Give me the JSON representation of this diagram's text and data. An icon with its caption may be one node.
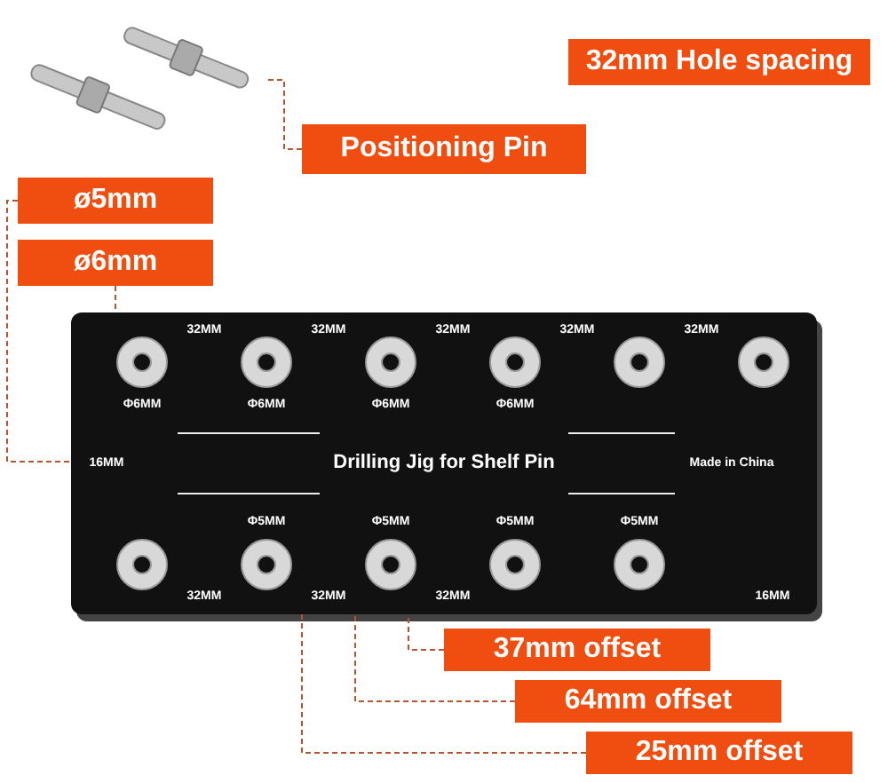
{
  "diagram": {
    "nodes": [
      {
        "text": [
          "Positioning Pin"
        ]
      },
      {
        "text": [],
        "shape": "picture"
      },
      {
        "text": [
          "32mm Hole spacing"
        ]
      },
      {
        "text": [
          "ø5mm"
        ]
      },
      {
        "text": [
          "ø6mm"
        ]
      },
      {
        "text": [
          "37mm offset"
        ]
      },
      {
        "text": [
          "64mm offset"
        ]
      },
      {
        "text": [
          "25mm offset"
        ]
      },
      {
        "text": [],
        "shape": "picture"
      }
    ],
    "edges": [
      {
        "from": 0,
        "to": 1,
        "arrow": "none",
        "style": "dashed"
      },
      {
        "from": 3,
        "to": 8,
        "arrow": "none",
        "style": "dashed"
      },
      {
        "from": 4,
        "to": 8,
        "arrow": "none",
        "style": "dashed"
      },
      {
        "from": 5,
        "to": 8,
        "arrow": "none",
        "style": "dashed"
      },
      {
        "from": 6,
        "to": 8,
        "arrow": "none",
        "style": "dashed"
      },
      {
        "from": 7,
        "to": 8,
        "arrow": "none",
        "style": "dashed"
      }
    ],
    "labels": [
      "32MM",
      "32MM",
      "32MM",
      "32MM",
      "32MM",
      "Φ6MM",
      "Φ6MM",
      "Φ6MM",
      "Φ6MM",
      "16MM",
      "Drilling Jig for Shelf Pin",
      "Made in China",
      "Φ5MM",
      "Φ5MM",
      "Φ5MM",
      "Φ5MM",
      "32MM",
      "32MM",
      "32MM",
      "16MM"
    ]
  }
}
